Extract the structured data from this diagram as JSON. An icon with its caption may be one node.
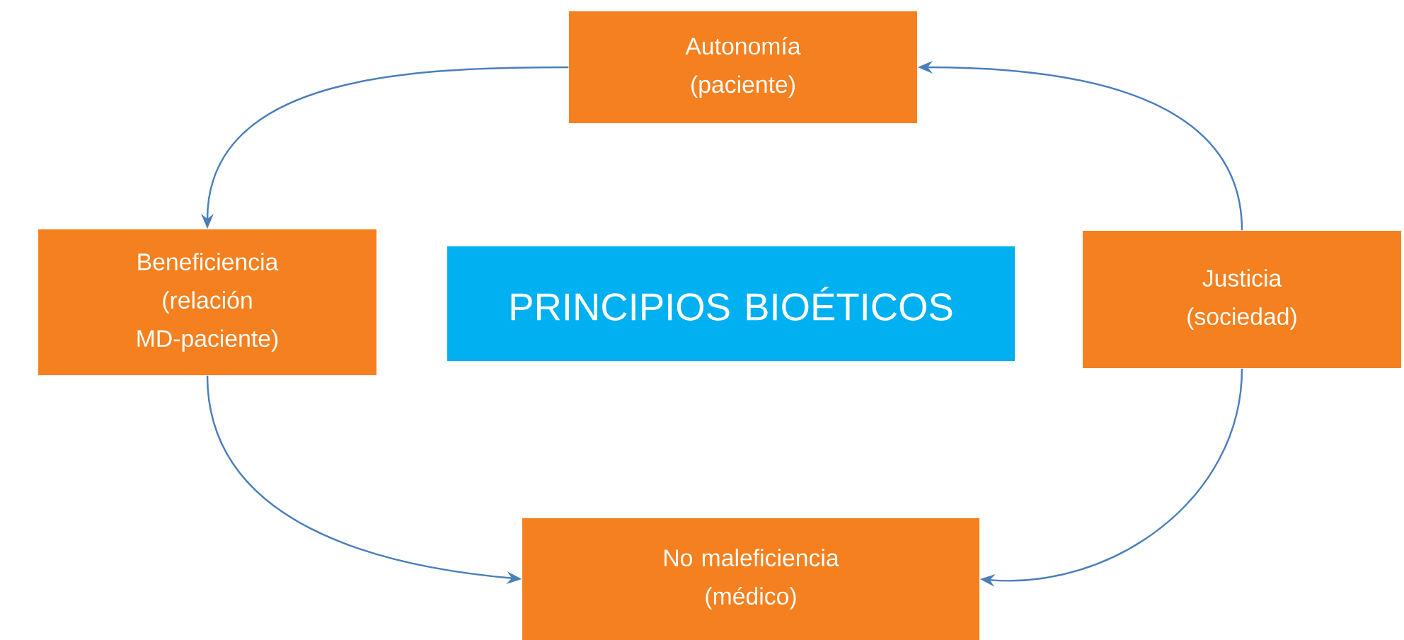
{
  "diagram": {
    "nodes": [
      {
        "text": [
          "Autonomía (paciente)"
        ]
      },
      {
        "text": [
          "Beneficiencia (relación MD-paciente)"
        ]
      },
      {
        "text": [
          "PRINCIPIOS BIOÉTICOS"
        ]
      },
      {
        "text": [
          "Justicia (sociedad)"
        ]
      },
      {
        "text": [
          "No maleficiencia (médico)"
        ]
      }
    ],
    "edges": [
      {
        "from": 0,
        "to": 1,
        "arrow": "to"
      },
      {
        "from": 1,
        "to": 4,
        "arrow": "to"
      },
      {
        "from": 3,
        "to": 4,
        "arrow": "to"
      },
      {
        "from": 3,
        "to": 0,
        "arrow": "to"
      }
    ]
  }
}
